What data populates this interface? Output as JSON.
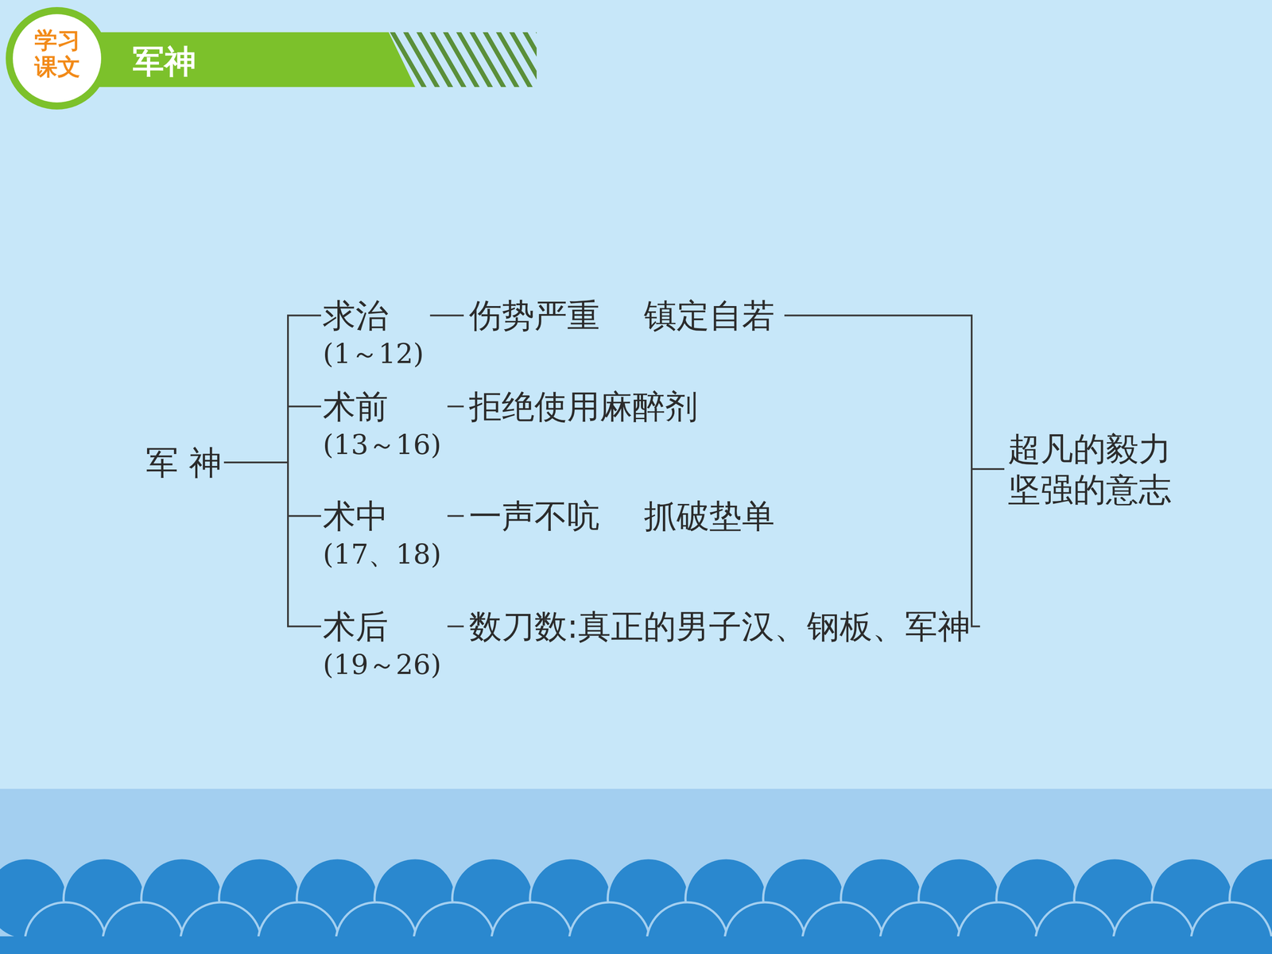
{
  "diagram": {
    "title": "军神",
    "nodes": [
      {
        "text": [
          "军 神"
        ]
      },
      {
        "text": [
          "求治",
          "(1～12)"
        ]
      },
      {
        "text": [
          "伤势严重",
          "镇定自若"
        ]
      },
      {
        "text": [
          "术前",
          "(13～16)"
        ]
      },
      {
        "text": [
          "拒绝使用麻醉剂"
        ]
      },
      {
        "text": [
          "术中",
          "(17、18)"
        ]
      },
      {
        "text": [
          "一声不吭",
          "抓破垫单"
        ]
      },
      {
        "text": [
          "术后",
          "(19～26)"
        ]
      },
      {
        "text": [
          "数刀数:真正的男子汉、钢板、军神"
        ]
      },
      {
        "text": [
          "超凡的毅力",
          "坚强的意志"
        ]
      }
    ],
    "edges": [
      {
        "from": 0,
        "to": 1,
        "arrow": "none"
      },
      {
        "from": 0,
        "to": 3,
        "arrow": "none"
      },
      {
        "from": 0,
        "to": 5,
        "arrow": "none"
      },
      {
        "from": 0,
        "to": 7,
        "arrow": "none"
      },
      {
        "from": 1,
        "to": 2,
        "arrow": "none"
      },
      {
        "from": 3,
        "to": 4,
        "arrow": "none"
      },
      {
        "from": 5,
        "to": 6,
        "arrow": "none"
      },
      {
        "from": 7,
        "to": 8,
        "arrow": "none"
      },
      {
        "from": 2,
        "to": 9,
        "arrow": "none"
      },
      {
        "from": 8,
        "to": 9,
        "arrow": "none"
      }
    ],
    "labels": [
      "学习 课文"
    ]
  }
}
